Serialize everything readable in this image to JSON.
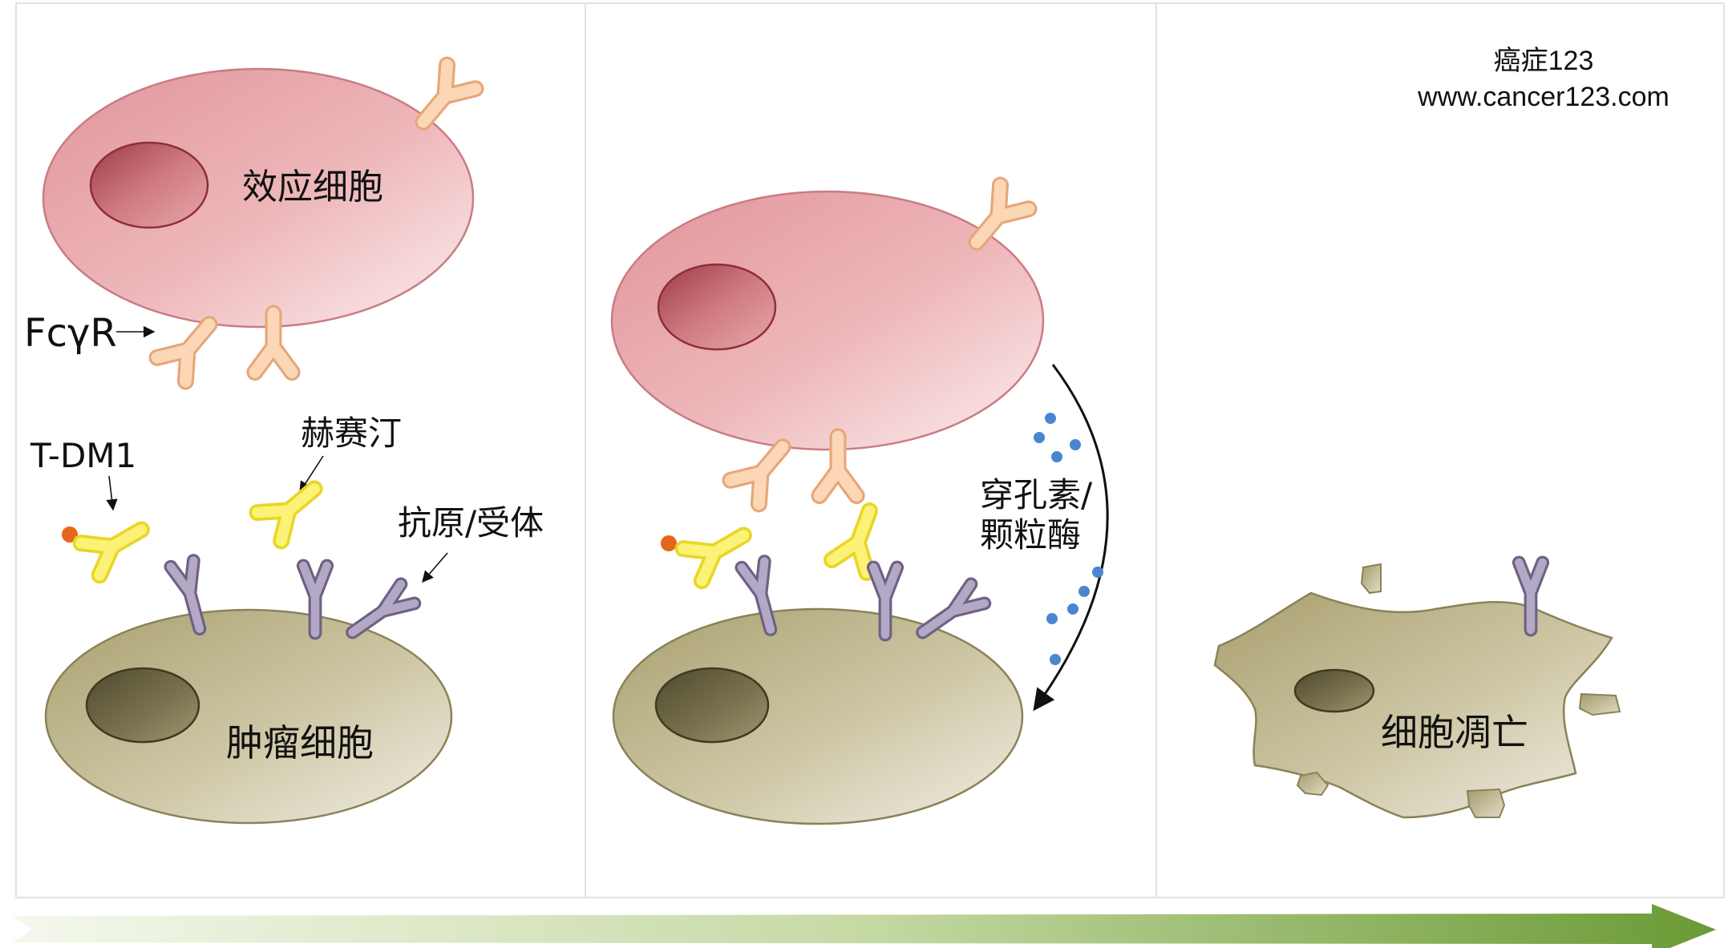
{
  "watermark": {
    "name": "癌症123",
    "url": "www.cancer123.com"
  },
  "panel1": {
    "effector_cell": "效应细胞",
    "receptor": "FcγR",
    "drug": "T-DM1",
    "antibody": "赫赛汀",
    "antigen": "抗原/受体",
    "tumor_cell": "肿瘤细胞"
  },
  "panel2": {
    "perforin": "穿孔素/",
    "granzyme": "颗粒酶"
  },
  "panel3": {
    "apoptosis": "细胞凋亡"
  },
  "colors": {
    "effector_fill": "#e39a9e",
    "effector_stroke": "#c47a80",
    "nucleus_fill": "#b9555d",
    "tumor_fill": "#b8ae82",
    "tumor_stroke": "#8e8560",
    "tumor_nucleus": "#5e5838",
    "fc_receptor": "#fbd4b0",
    "antibody": "#f4e64a",
    "antigen": "#a89bbc",
    "drug_dot": "#e8651c",
    "granule_dot": "#4a86cf",
    "arrow_green": "#6a9a35"
  }
}
